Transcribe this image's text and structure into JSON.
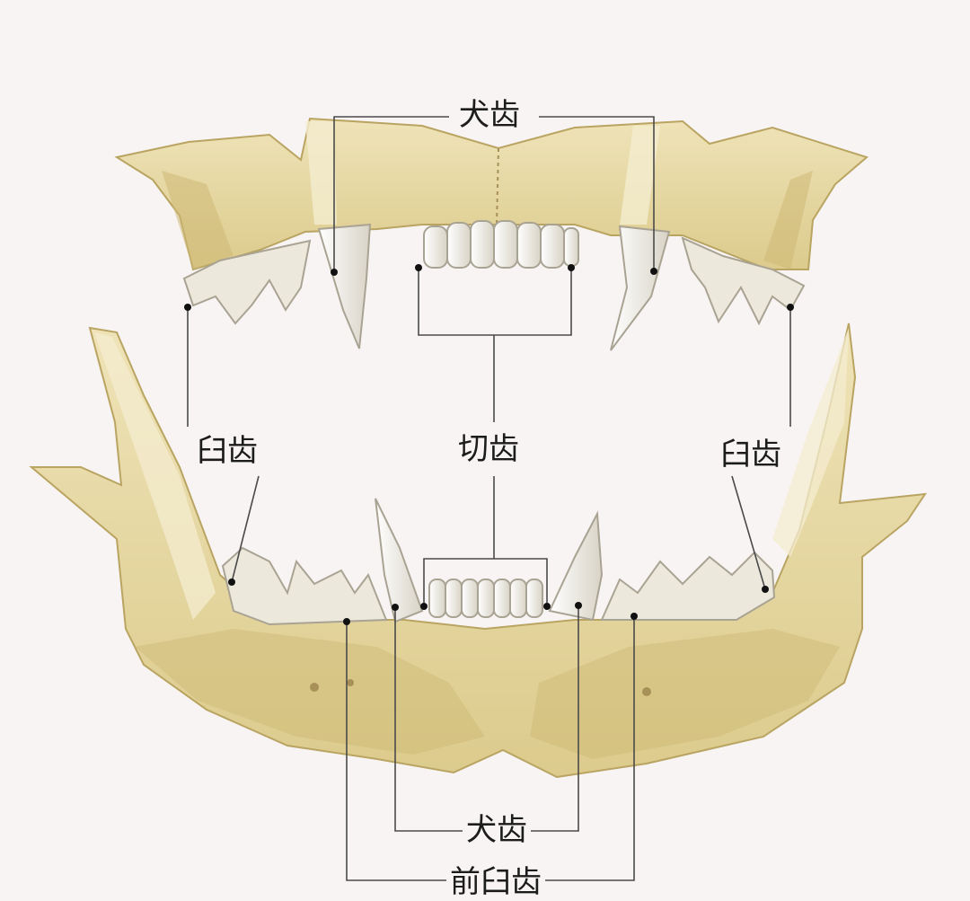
{
  "labels": {
    "upper_canine": "犬齿",
    "left_molar": "臼齿",
    "incisor": "切齿",
    "right_molar": "臼齿",
    "lower_canine": "犬齿",
    "premolar": "前臼齿"
  },
  "colors": {
    "background": "#f8f4f3",
    "bone": "#e6d8a6",
    "bone_shadow": "#c9b46e",
    "tooth": "#f3f0e6",
    "tooth_shadow": "#c9c3b4",
    "leader_line": "#4a4a4a"
  }
}
